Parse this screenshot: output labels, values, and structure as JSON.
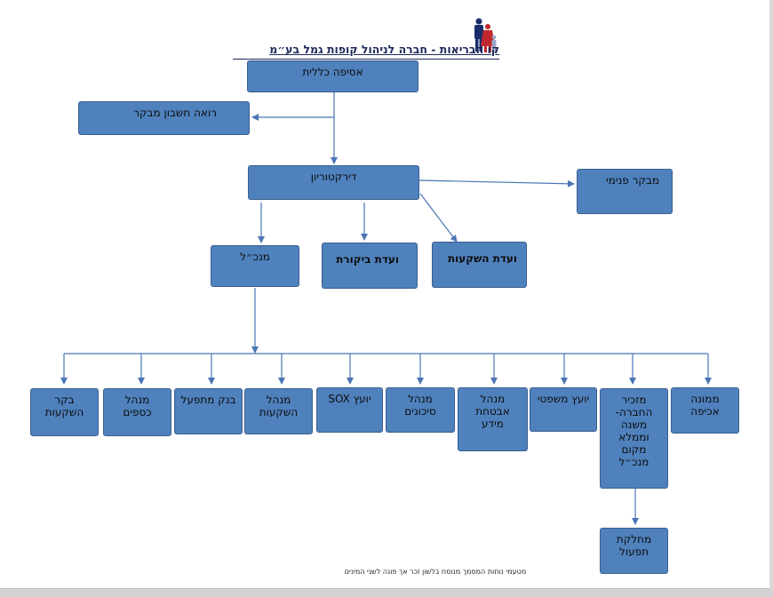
{
  "header": {
    "title": "קו הבריאות - חברה לניהול קופות גמל בע״מ",
    "logo": "family-logo-icon"
  },
  "nodes": {
    "general_assembly": "אסיפה כללית",
    "auditing_accountant": "רואה חשבון מבקר",
    "board": "דירקטוריון",
    "internal_auditor": "מבקר פנימי",
    "ceo": "מנכ״ל",
    "audit_committee": "ועדת ביקורת",
    "investment_committee": "ועדת השקעות",
    "investment_controller": "בקר השקעות",
    "bookkeeping_manager": "מנהל כספים",
    "operating_bank": "בנק מתפעל",
    "investment_manager": "מנהל השקעות",
    "sox_advisor": "יועץ SOX",
    "risk_manager": "מנהל סיכונים",
    "infosec_manager": "מנהל אבטחת מידע",
    "legal_advisor": "יועץ משפטי",
    "company_secretary": "מזכיר החברה- משנה וממלא מקום מנכ״ל",
    "enforcement_officer": "ממונה אכיפה",
    "operations_department": "מחלקת תפעול"
  },
  "footer": {
    "note": "מטעמי נוחות המסמך מנוסח בלשון זכר אך פונה לשני המינים"
  },
  "colors": {
    "box_fill": "#4f81bd",
    "box_border": "#3a5f8f",
    "connector": "#4a76b5",
    "title": "#1f2a5a"
  }
}
